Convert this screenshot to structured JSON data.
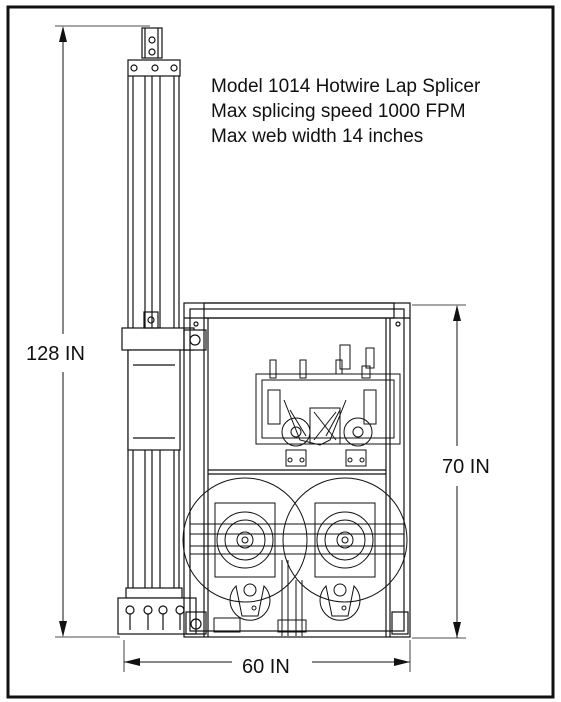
{
  "title_lines": [
    "Model 1014 Hotwire Lap Splicer",
    "Max splicing speed 1000 FPM",
    "Max web width 14 inches"
  ],
  "dimensions": {
    "total_height": "128 IN",
    "splicer_height": "70 IN",
    "width": "60 IN"
  },
  "colors": {
    "line": "#111111",
    "background": "#ffffff"
  }
}
